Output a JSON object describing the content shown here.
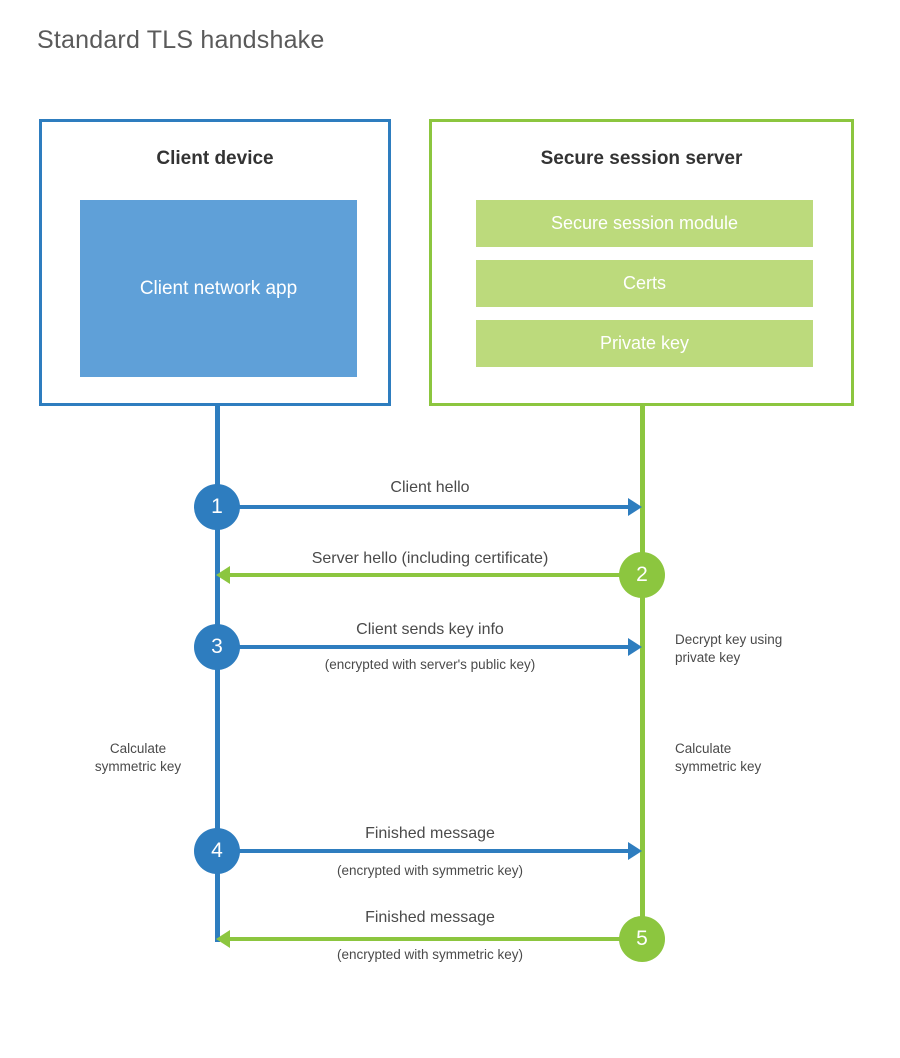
{
  "title": "Standard TLS handshake",
  "colors": {
    "client_accent": "#2E7DBF",
    "server_accent": "#8CC63F",
    "client_app_fill": "#5FA0D8",
    "server_module_fill": "#BCDA7C",
    "text": "#4a4a4a",
    "title_text": "#5a5a5a",
    "background": "#ffffff"
  },
  "client": {
    "title": "Client device",
    "app_label": "Client network app"
  },
  "server": {
    "title": "Secure session server",
    "modules": [
      {
        "label": "Secure session module"
      },
      {
        "label": "Certs"
      },
      {
        "label": "Private key"
      }
    ]
  },
  "steps": [
    {
      "number": "1",
      "direction": "client-to-server",
      "label": "Client hello",
      "sub_label": ""
    },
    {
      "number": "2",
      "direction": "server-to-client",
      "label": "Server hello (including certificate)",
      "sub_label": ""
    },
    {
      "number": "3",
      "direction": "client-to-server",
      "label": "Client sends key info",
      "sub_label": "(encrypted with server's public key)"
    },
    {
      "number": "4",
      "direction": "client-to-server",
      "label": "Finished message",
      "sub_label": "(encrypted with symmetric key)"
    },
    {
      "number": "5",
      "direction": "server-to-client",
      "label": "Finished message",
      "sub_label": "(encrypted with symmetric key)"
    }
  ],
  "notes": {
    "decrypt_key": "Decrypt key using\nprivate key",
    "decrypt_key_line1": "Decrypt key using",
    "decrypt_key_line2": "private key",
    "client_calculate_line1": "Calculate",
    "client_calculate_line2": "symmetric key",
    "server_calculate_line1": "Calculate",
    "server_calculate_line2": "symmetric key"
  }
}
